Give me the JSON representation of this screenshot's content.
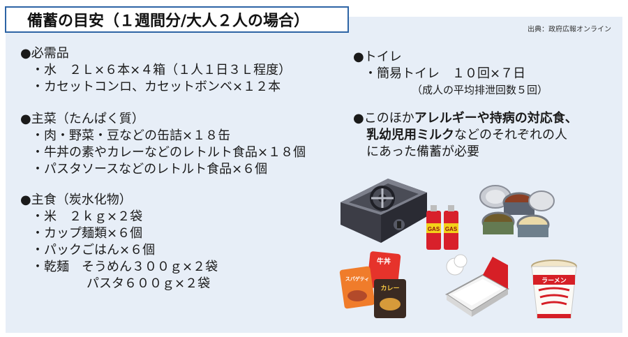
{
  "title": "備蓄の目安（１週間分/大人２人の場合）",
  "source": "出典：政府広報オンライン",
  "sections": {
    "necessities": {
      "heading": "●必需品",
      "items": [
        "・水　２Ｌ×６本×４箱（１人１日３Ｌ程度）",
        "・カセットコンロ、カセットボンベ×１２本"
      ]
    },
    "main_dishes": {
      "heading": "●主菜（たんぱく質）",
      "items": [
        "・肉・野菜・豆などの缶詰×１８缶",
        "・牛丼の素やカレーなどのレトルト食品×１８個",
        "・パスタソースなどのレトルト食品×６個"
      ]
    },
    "staples": {
      "heading": "●主食（炭水化物）",
      "items": [
        "・米　２ｋｇ×２袋",
        "・カップ麺類×６個",
        "・パックごはん×６個",
        "・乾麺　そうめん３００ｇ×２袋"
      ],
      "extra": "パスタ６００ｇ×２袋"
    },
    "toilet": {
      "heading": "●トイレ",
      "item": "・簡易トイレ　１０回×７日",
      "note": "（成人の平均排泄回数５回）"
    },
    "other": {
      "prefix": "●このほか",
      "bold1": "アレルギーや持病の対応食、",
      "bold2": "乳幼児用ミルク",
      "suffix": "などのそれぞれの人",
      "line3": "にあった備蓄が必要"
    }
  },
  "illustrations": {
    "gas_label": "GAS",
    "pouch_labels": [
      "牛丼",
      "スパゲティ",
      "カレー"
    ],
    "cup_label": "ラーメン"
  },
  "colors": {
    "panel_bg": "#e7eef7",
    "title_border": "#2d64a5",
    "gas_red": "#d8202b"
  }
}
